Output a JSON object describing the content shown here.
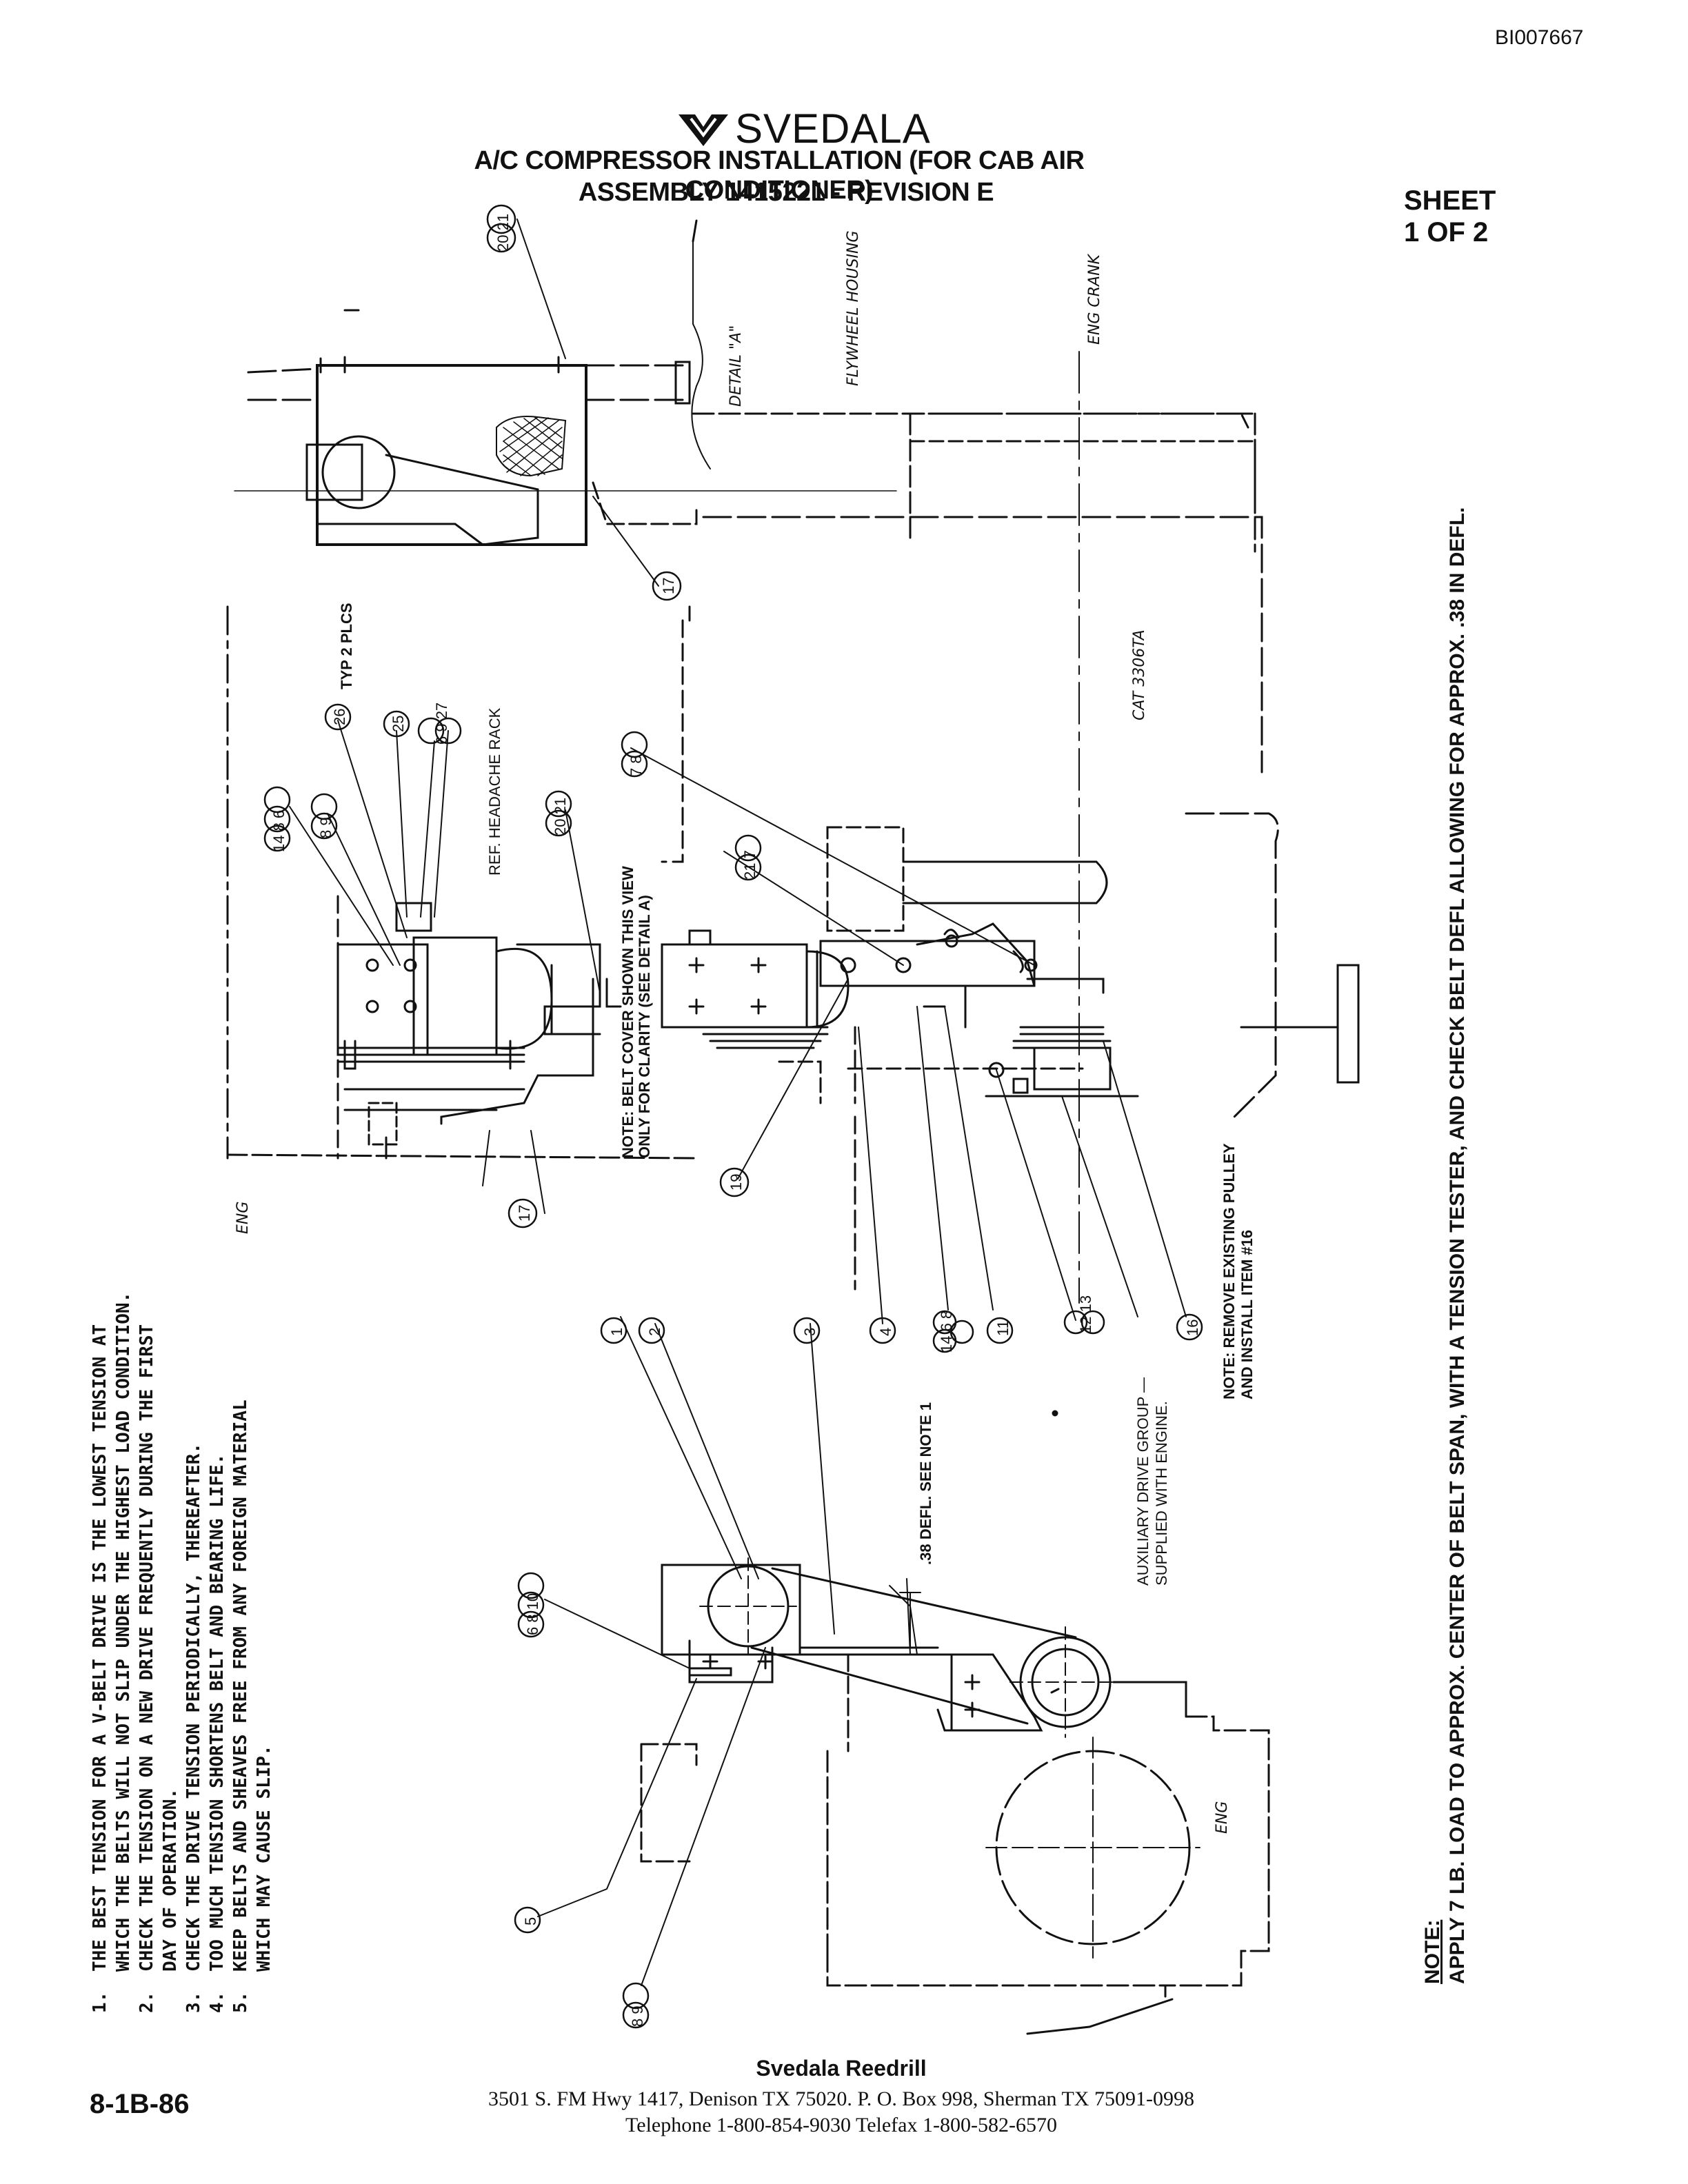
{
  "doc_id": "BI007667",
  "brand": "SVEDALA",
  "title_line1": "A/C COMPRESSOR INSTALLATION  (FOR CAB AIR CONDITIONER)",
  "title_line2": "ASSEMBLY 1415221 - REVISION E",
  "sheet_label": "SHEET",
  "sheet_number": "1 OF 2",
  "notes": [
    {
      "num": "1.",
      "text": "THE BEST TENSION FOR A V-BELT DRIVE IS THE LOWEST TENSION AT"
    },
    {
      "num": "",
      "text": "WHICH THE BELTS WILL NOT SLIP UNDER THE HIGHEST LOAD CONDITION."
    },
    {
      "num": "2.",
      "text": "CHECK THE TENSION ON A NEW DRIVE FREQUENTLY DURING THE FIRST"
    },
    {
      "num": "",
      "text": "DAY OF OPERATION."
    },
    {
      "num": "3.",
      "text": "CHECK THE DRIVE TENSION PERIODICALLY, THEREAFTER."
    },
    {
      "num": "4.",
      "text": "TOO MUCH TENSION SHORTENS BELT AND BEARING LIFE."
    },
    {
      "num": "5.",
      "text": "KEEP BELTS AND SHEAVES FREE FROM ANY FOREIGN MATERIAL"
    },
    {
      "num": "",
      "text": "WHICH MAY CAUSE SLIP."
    }
  ],
  "belt_note_heading": "NOTE:",
  "belt_note_text": "APPLY 7 LB. LOAD TO APPROX. CENTER OF BELT SPAN, WITH A TENSION TESTER, AND CHECK BELT DEFL ALLOWING FOR APPROX. .38 IN DEFL.",
  "labels": {
    "detail_a": "DETAIL \"A\"",
    "flywheel_housing": "FLYWHEEL HOUSING",
    "cl_eng_crank": "ENG CRANK",
    "cat_engine": "CAT 3306TA",
    "typ_2_plcs": "TYP 2 PLCS",
    "ref_headache_rack": "REF. HEADACHE RACK",
    "belt_cover_note_1": "NOTE: BELT COVER SHOWN THIS VIEW",
    "belt_cover_note_2": "ONLY FOR CLARITY (SEE DETAIL A)",
    "cl_eng_1": "ENG",
    "cl_eng_2": "ENG",
    "defl_note": ".38 DEFL. SEE NOTE 1",
    "aux_drive_1": "AUXILIARY DRIVE GROUP —",
    "aux_drive_2": "SUPPLIED WITH ENGINE.",
    "remove_pulley_1": "NOTE: REMOVE EXISTING PULLEY",
    "remove_pulley_2": "AND INSTALL ITEM #16"
  },
  "balloons": {
    "b20_21_top": "20 21",
    "b17_top": "17",
    "b26": "26",
    "b25": "25",
    "b6_9_27": "6 9 27",
    "b14_8_6": "14 8 6",
    "b8_9_mid": "8 9",
    "b20_21_mid": "20 21",
    "b7_8": "7 8",
    "b21_7": "21 7",
    "b17_mid": "17",
    "b19": "19",
    "b1": "1",
    "b2": "2",
    "b3": "3",
    "b4": "4",
    "b14_6_8": "14 6 8",
    "b11": "11",
    "b12_13": "12 13",
    "b16": "16",
    "b6_8_10": "6 8 10",
    "b5": "5",
    "b8_9_bot": "8 9"
  },
  "company": "Svedala Reedrill",
  "address": "3501 S. FM Hwy 1417, Denison TX  75020.   P. O. Box 998, Sherman TX  75091-0998",
  "phone": "Telephone 1-800-854-9030 Telefax 1-800-582-6570",
  "doc_number": "8-1B-86"
}
